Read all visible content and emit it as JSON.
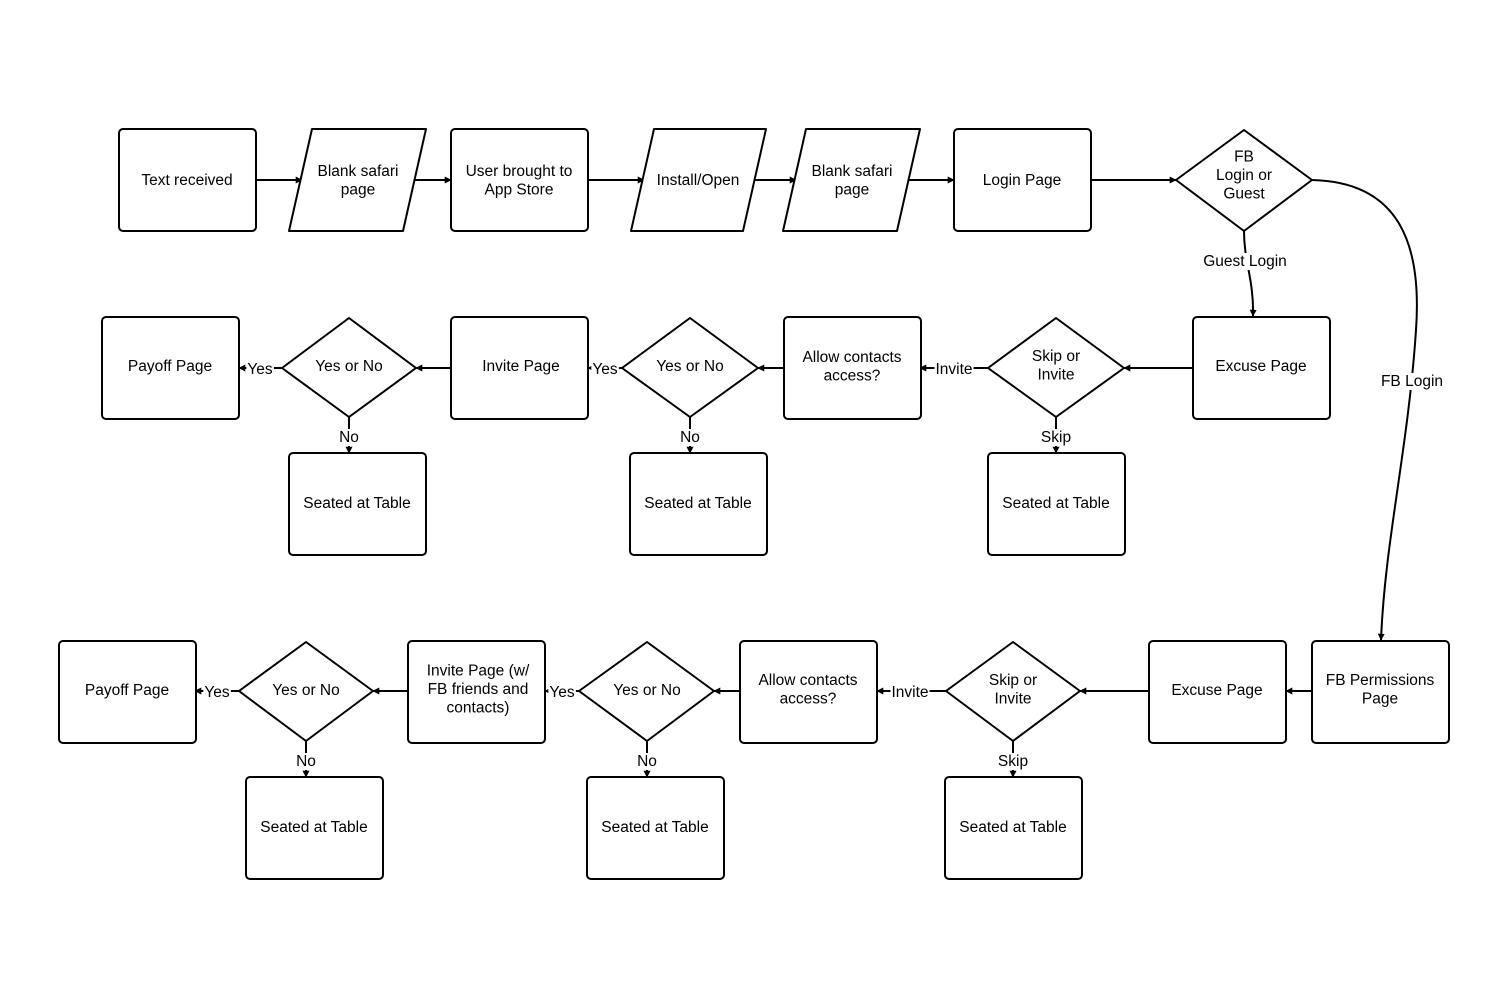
{
  "nodes": {
    "text_received": "Text received",
    "blank_safari_1": "Blank safari\npage",
    "app_store": "User brought to\nApp Store",
    "install_open": "Install/Open",
    "blank_safari_2": "Blank safari\npage",
    "login_page": "Login Page",
    "fb_or_guest": "FB\nLogin or\nGuest",
    "g_excuse": "Excuse Page",
    "g_skip_invite": "Skip or\nInvite",
    "g_seated_skip": "Seated at Table",
    "g_allow_contacts": "Allow contacts\naccess?",
    "g_yes_no_1": "Yes or No",
    "g_seated_1": "Seated at Table",
    "g_invite_page": "Invite Page",
    "g_yes_no_2": "Yes or No",
    "g_seated_2": "Seated at Table",
    "g_payoff": "Payoff Page",
    "fb_permissions": "FB Permissions\nPage",
    "f_excuse": "Excuse Page",
    "f_skip_invite": "Skip or\nInvite",
    "f_seated_skip": "Seated at Table",
    "f_allow_contacts": "Allow contacts\naccess?",
    "f_yes_no_1": "Yes or No",
    "f_seated_1": "Seated at Table",
    "f_invite_page": "Invite Page (w/\nFB friends and\ncontacts)",
    "f_yes_no_2": "Yes or No",
    "f_seated_2": "Seated at Table",
    "f_payoff": "Payoff Page"
  },
  "edge_labels": {
    "guest_login": "Guest Login",
    "fb_login": "FB Login",
    "g_invite": "Invite",
    "g_skip": "Skip",
    "g_yes_1": "Yes",
    "g_no_1": "No",
    "g_yes_2": "Yes",
    "g_no_2": "No",
    "f_invite": "Invite",
    "f_skip": "Skip",
    "f_yes_1": "Yes",
    "f_no_1": "No",
    "f_yes_2": "Yes",
    "f_no_2": "No"
  },
  "colors": {
    "stroke": "#000000",
    "fill": "#ffffff",
    "text": "#000000"
  }
}
